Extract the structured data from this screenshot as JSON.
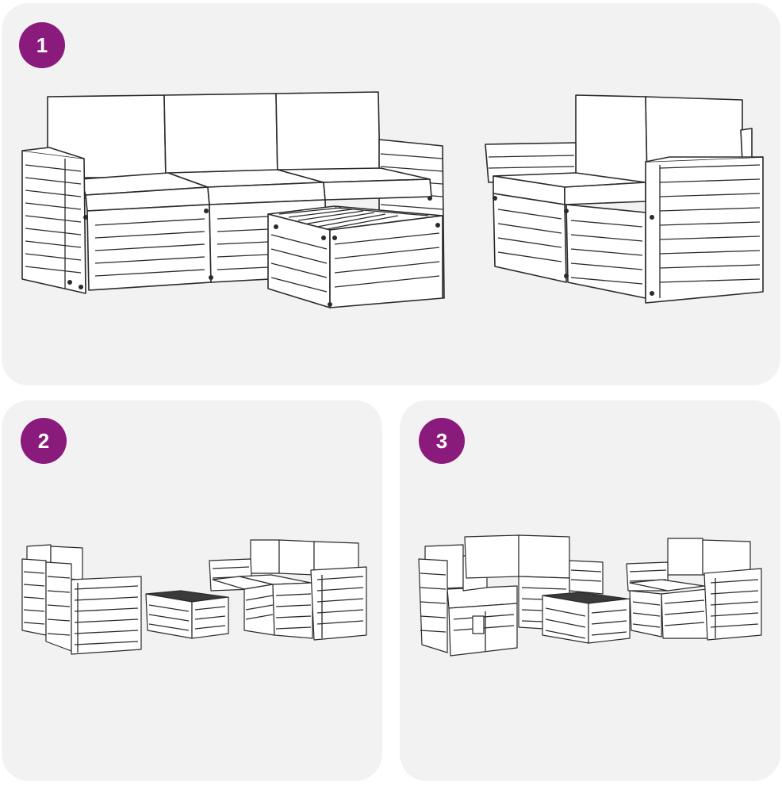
{
  "colors": {
    "panel_bg": "#f2f2f2",
    "badge": "#8a1a7c",
    "line": "#2a2a2a"
  },
  "panels": [
    {
      "badge": "1"
    },
    {
      "badge": "2"
    },
    {
      "badge": "3"
    }
  ]
}
